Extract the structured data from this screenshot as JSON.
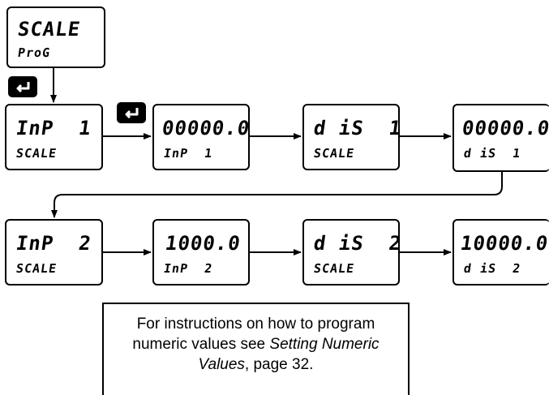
{
  "start": {
    "top": "SCALE",
    "bottom": "ProG"
  },
  "row1": [
    {
      "top": "InP  1",
      "bottom": "SCALE"
    },
    {
      "top": "00000.0",
      "bottom": "InP  1"
    },
    {
      "top": "d iS  1",
      "bottom": "SCALE"
    },
    {
      "top": "00000.0",
      "bottom": "d iS  1"
    }
  ],
  "row2": [
    {
      "top": "InP  2",
      "bottom": "SCALE"
    },
    {
      "top": "1000.0",
      "bottom": "InP  2"
    },
    {
      "top": "d iS  2",
      "bottom": "SCALE"
    },
    {
      "top": "10000.0",
      "bottom": "d iS  2"
    }
  ],
  "icons": {
    "enter": "enter-key-icon"
  },
  "note": {
    "line1": "For instructions on how to program",
    "line2_pre": "numeric values see ",
    "line2_italic": "Setting Numeric",
    "line3_italic": "Values",
    "line3_post": ", page 32."
  }
}
